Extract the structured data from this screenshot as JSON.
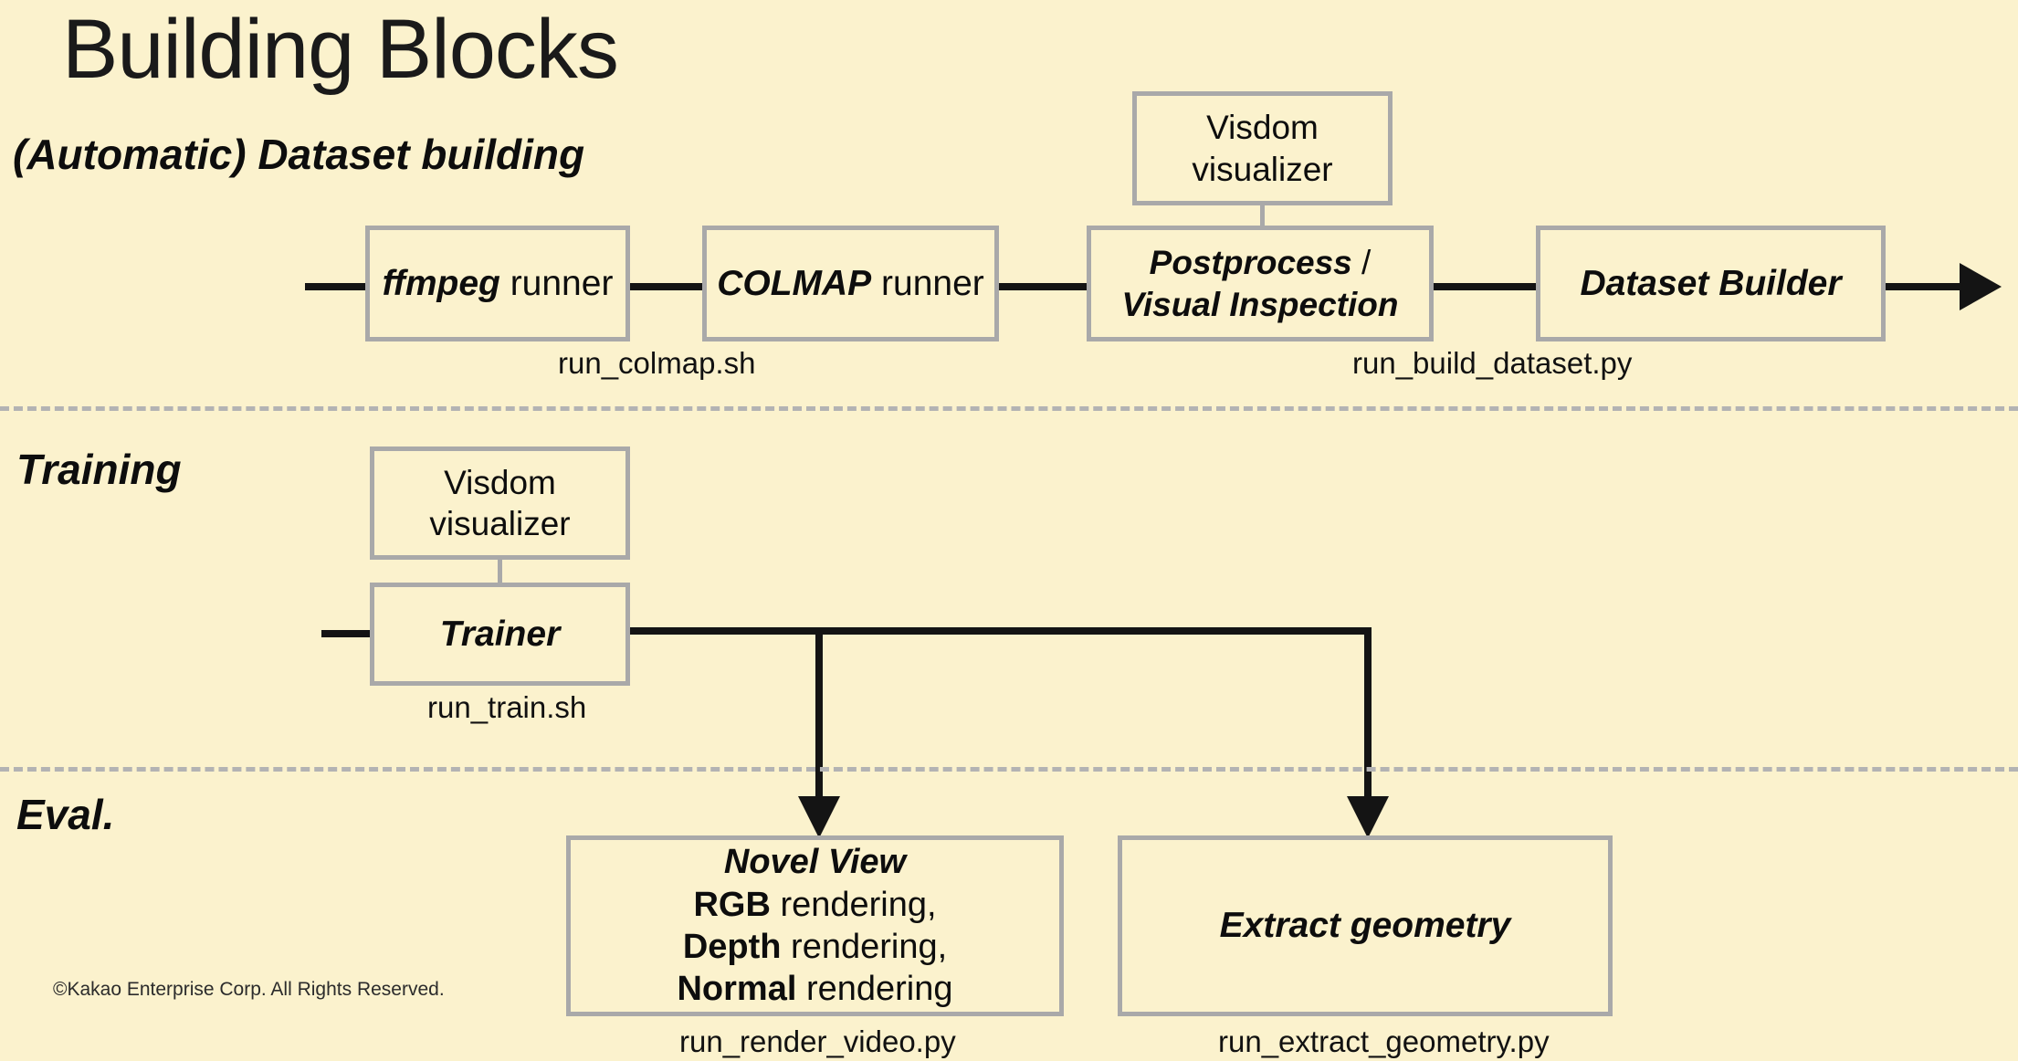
{
  "slide": {
    "title": "Building Blocks",
    "background_color": "#fbf2cd",
    "box_border_color": "#a9a9a9",
    "connector_color": "#141414",
    "divider_color": "#b3b3b3"
  },
  "sections": {
    "dataset": {
      "heading": "(Automatic) Dataset building"
    },
    "training": {
      "heading": "Training"
    },
    "eval": {
      "heading": "Eval."
    }
  },
  "nodes": {
    "visdom_top": {
      "line1": "Visdom",
      "line2": "visualizer"
    },
    "ffmpeg": {
      "emph": "ffmpeg",
      "rest": " runner"
    },
    "colmap": {
      "emph": "COLMAP",
      "rest": " runner"
    },
    "postprocess": {
      "line1_emph": "Postprocess",
      "line1_rest": " /",
      "line2": "Visual Inspection"
    },
    "dataset_builder": {
      "label": "Dataset Builder"
    },
    "visdom_train": {
      "line1": "Visdom",
      "line2": "visualizer"
    },
    "trainer": {
      "label": "Trainer"
    },
    "novel_view": {
      "title": "Novel View",
      "line1_emph": "RGB",
      "line1_rest": " rendering,",
      "line2_emph": "Depth",
      "line2_rest": " rendering,",
      "line3_emph": "Normal",
      "line3_rest": " rendering"
    },
    "extract_geometry": {
      "label": "Extract geometry"
    }
  },
  "captions": {
    "run_colmap": "run_colmap.sh",
    "run_build_dataset": "run_build_dataset.py",
    "run_train": "run_train.sh",
    "run_render_video": "run_render_video.py",
    "run_extract_geometry": "run_extract_geometry.py"
  },
  "footer": {
    "copyright": "©Kakao Enterprise Corp. All Rights Reserved."
  }
}
